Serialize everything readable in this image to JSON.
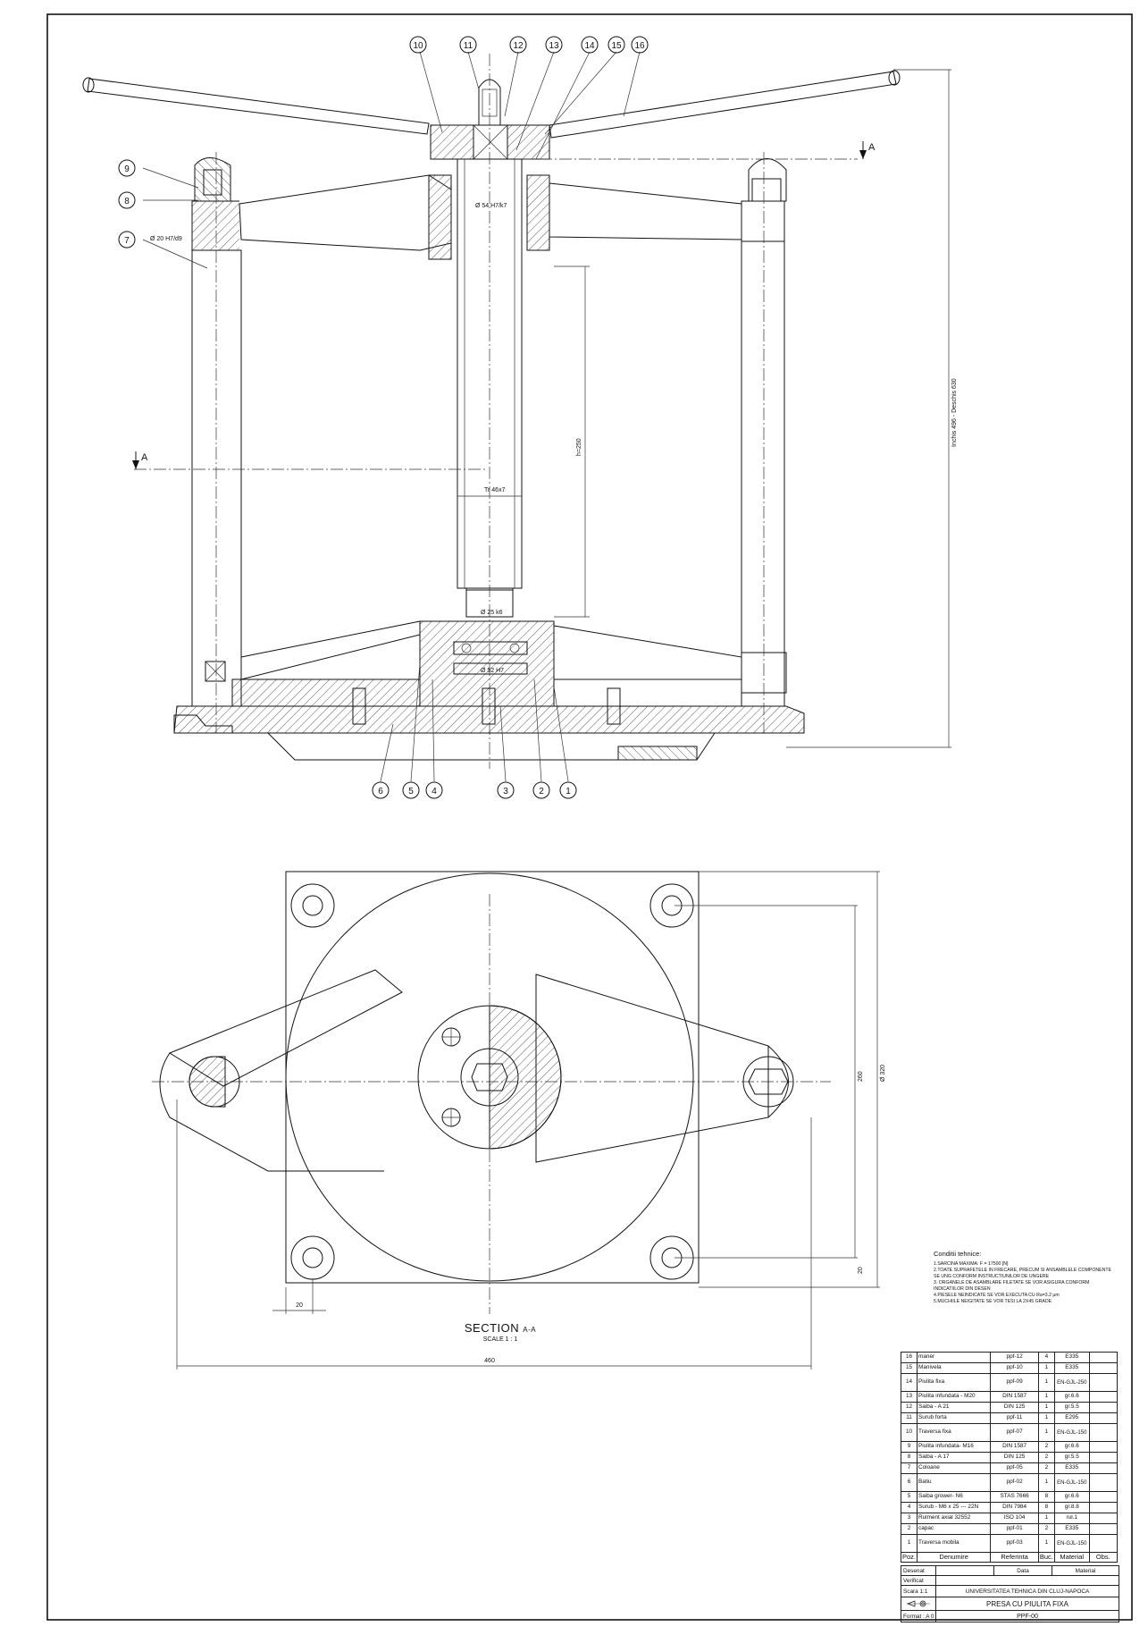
{
  "balloons": [
    "1",
    "2",
    "3",
    "4",
    "5",
    "6",
    "7",
    "8",
    "9",
    "10",
    "11",
    "12",
    "13",
    "14",
    "15",
    "16"
  ],
  "section_marker": "A",
  "section_view": {
    "title": "SECTION",
    "suffix": "A-A",
    "scale": "SCALE 1 : 1"
  },
  "dimensions": {
    "overall_height": "Inchis 496 - Deschis 630",
    "stroke": "h=250",
    "bore_54": "Ø 54 H7/k7",
    "column_fit": "Ø 20 H7/d9",
    "thread": "Tr 46x7",
    "shaft_25": "Ø 25 k6",
    "bearing_52": "Ø 52 H7",
    "width_460": "460",
    "height_260": "260",
    "dia_320": "Ø 320",
    "edge_20_bottom": "20",
    "edge_20_right": "20"
  },
  "conditions": {
    "heading": "Conditii tehnice:",
    "items": [
      "1.SARCINA MAXIMA: F = 17500 [N]",
      "2.TOATE SUPRAFETELE IN FRECARE, PRECUM SI ANSAMBLELE COMPONENTE SE UNG CONFORM INSTRUCTIUNILOR DE UNGERE",
      "3. ORGANELE DE ASAMBLARE FILETATE SE VOR ASIGURA CONFORM INDICATIILOR DIN DESEN",
      "4.PIESELE NEINDICATE SE VOR EXECUTA CU Ra=3.2 µm",
      "5.MUCHIILE NEIGITATE SE VOR TESI LA 2X45 GRADE"
    ]
  },
  "bom": {
    "rows": [
      {
        "poz": "16",
        "den": "maner",
        "ref": "ppf-12",
        "buc": "4",
        "mat": "E335",
        "obs": "",
        "tall": false
      },
      {
        "poz": "15",
        "den": "Manivela",
        "ref": "ppf-10",
        "buc": "1",
        "mat": "E335",
        "obs": "",
        "tall": false
      },
      {
        "poz": "14",
        "den": "Piulita fixa",
        "ref": "ppf-09",
        "buc": "1",
        "mat": "EN-GJL-250",
        "obs": "",
        "tall": true
      },
      {
        "poz": "13",
        "den": "Piulita infundata - M20",
        "ref": "DIN 1587",
        "buc": "1",
        "mat": "gr.6.6",
        "obs": "",
        "tall": false
      },
      {
        "poz": "12",
        "den": "Saiba - A 21",
        "ref": "DIN 125",
        "buc": "1",
        "mat": "gr.5.5",
        "obs": "",
        "tall": false
      },
      {
        "poz": "11",
        "den": "Surub forta",
        "ref": "ppf-11",
        "buc": "1",
        "mat": "E295",
        "obs": "",
        "tall": false
      },
      {
        "poz": "10",
        "den": "Traversa fixa",
        "ref": "ppf-07",
        "buc": "1",
        "mat": "EN-GJL-150",
        "obs": "",
        "tall": true
      },
      {
        "poz": "9",
        "den": "Piulita infundata- M16",
        "ref": "DIN 1587",
        "buc": "2",
        "mat": "gr.6.6",
        "obs": "",
        "tall": false
      },
      {
        "poz": "8",
        "den": "Saiba - A 17",
        "ref": "DIN 125",
        "buc": "2",
        "mat": "gr.5.5",
        "obs": "",
        "tall": false
      },
      {
        "poz": "7",
        "den": "Coloane",
        "ref": "ppf-05",
        "buc": "2",
        "mat": "E335",
        "obs": "",
        "tall": false
      },
      {
        "poz": "6",
        "den": "Batiu",
        "ref": "ppf-02",
        "buc": "1",
        "mat": "EN-GJL-150",
        "obs": "",
        "tall": true
      },
      {
        "poz": "5",
        "den": "Saiba grower- N6",
        "ref": "STAS 7666",
        "buc": "8",
        "mat": "gr.6.6",
        "obs": "",
        "tall": false
      },
      {
        "poz": "4",
        "den": "Surub - M6 x 25 --- 22N",
        "ref": "DIN 7984",
        "buc": "8",
        "mat": "gr.8.8",
        "obs": "",
        "tall": false
      },
      {
        "poz": "3",
        "den": "Rulment axial 32552",
        "ref": "ISO 104",
        "buc": "1",
        "mat": "rul.1",
        "obs": "",
        "tall": false
      },
      {
        "poz": "2",
        "den": "capac",
        "ref": "ppf-01",
        "buc": "2",
        "mat": "E335",
        "obs": "",
        "tall": false
      },
      {
        "poz": "1",
        "den": "Traversa mobila",
        "ref": "ppf-03",
        "buc": "1",
        "mat": "EN-GJL-150",
        "obs": "",
        "tall": true
      }
    ],
    "header": {
      "poz": "Poz.",
      "den": "Denumire",
      "ref": "Referinta",
      "buc": "Buc.",
      "mat": "Material",
      "obs": "Obs."
    }
  },
  "title_block": {
    "desenat": "Desenat",
    "verificat": "Verificat",
    "data": "Data",
    "material": "Material",
    "scara_label": "Scara",
    "scara": "1:1",
    "university": "UNIVERSITATEA TEHNICA DIN CLUJ-NAPOCA",
    "title": "PRESA CU PIULITA FIXA",
    "format": "Format : A 0",
    "code": "PPF-00"
  },
  "colors": {
    "line": "#111111",
    "paper": "#ffffff",
    "hatch": "#333333"
  }
}
